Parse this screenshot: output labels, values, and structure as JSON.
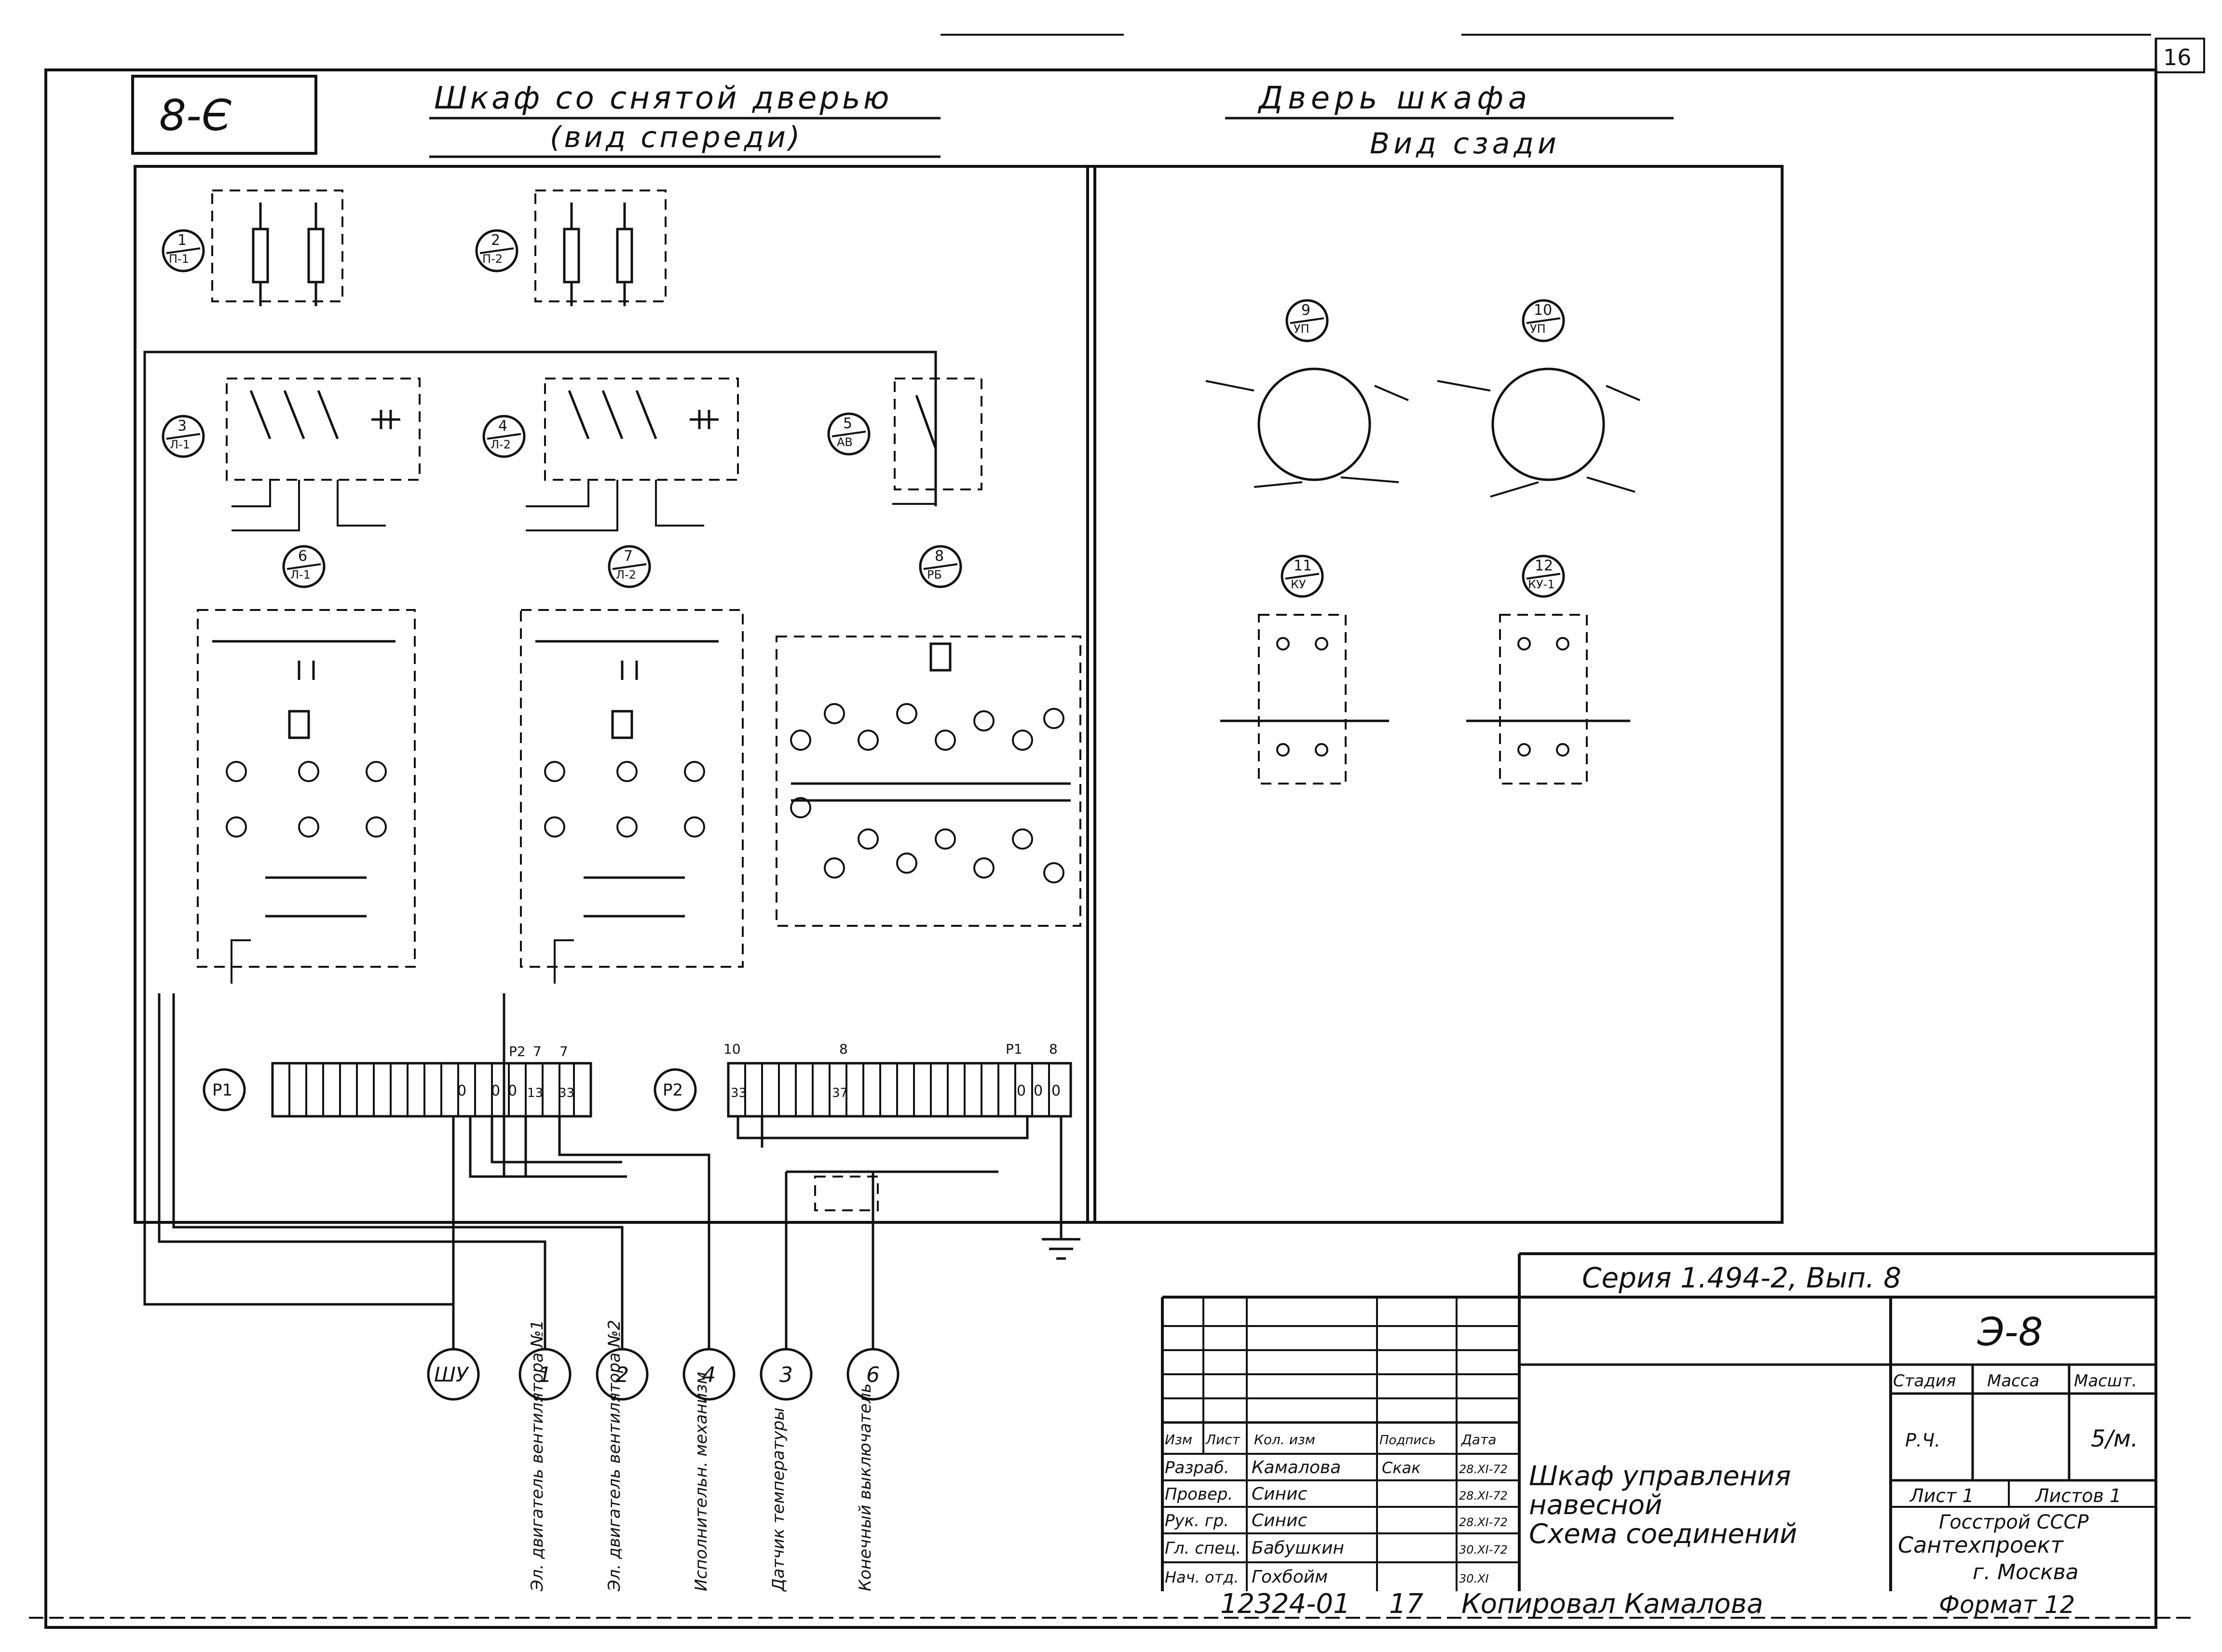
{
  "sheet_number": "16",
  "code_box": "8-Є",
  "left_view": {
    "title": "Шкаф со снятой дверью",
    "subtitle": "(вид спереди)"
  },
  "right_view": {
    "title": "Дверь шкафа",
    "subtitle": "Вид сзади"
  },
  "components": [
    {
      "num": "1",
      "code": "П-1"
    },
    {
      "num": "2",
      "code": "П-2"
    },
    {
      "num": "3",
      "code": "Л-1"
    },
    {
      "num": "4",
      "code": "Л-2"
    },
    {
      "num": "5",
      "code": "АВ"
    },
    {
      "num": "6",
      "code": "Л-1"
    },
    {
      "num": "7",
      "code": "Л-2"
    },
    {
      "num": "8",
      "code": "РБ"
    },
    {
      "num": "9",
      "code": "УП"
    },
    {
      "num": "10",
      "code": "УП"
    },
    {
      "num": "11",
      "code": "КУ"
    },
    {
      "num": "12",
      "code": "КУ-1"
    }
  ],
  "terminal_blocks": [
    {
      "label": "Р1",
      "cells": [
        "0",
        "0",
        "0",
        "13",
        "33"
      ],
      "top_marks": [
        "Р2",
        "7",
        "7"
      ]
    },
    {
      "label": "Р2",
      "cells": [
        "33",
        "37",
        "0",
        "0",
        "0"
      ],
      "top_marks": [
        "10",
        "8",
        "Р1",
        "8"
      ]
    }
  ],
  "cables": [
    {
      "id": "ШУ",
      "caption": ""
    },
    {
      "id": "1",
      "caption": "Эл. двигатель вентилятора №1"
    },
    {
      "id": "2",
      "caption": "Эл. двигатель вентилятора №2"
    },
    {
      "id": "4",
      "caption": "Исполнительн. механизм"
    },
    {
      "id": "3",
      "caption": "Датчик температуры"
    },
    {
      "id": "6",
      "caption": "Конечный выключатель"
    }
  ],
  "title_block": {
    "series": "Серия 1.494-2, Вып. 8",
    "doc_code": "Э-8",
    "headers": {
      "stage": "Стадия",
      "mass": "Масса",
      "scale": "Масшт."
    },
    "values": {
      "stage": "Р.Ч.",
      "mass": "",
      "scale": "5/м."
    },
    "name_lines": [
      "Шкаф управления",
      "навесной",
      "Схема соединений"
    ],
    "sheet": "Лист 1",
    "sheets": "Листов 1",
    "org": [
      "Госстрой СССР",
      "Сантехпроект",
      "г. Москва"
    ],
    "rev_header": [
      "Изм",
      "Лист",
      "Кол. изм",
      "Подпись",
      "Дата"
    ],
    "signatures": [
      {
        "role": "Разраб.",
        "name": "Камалова",
        "sign": "Скак",
        "date": "28.XI-72"
      },
      {
        "role": "Провер.",
        "name": "Синис",
        "sign": "",
        "date": "28.XI-72"
      },
      {
        "role": "Рук. гр.",
        "name": "Синис",
        "sign": "",
        "date": "28.XI-72"
      },
      {
        "role": "Гл. спец.",
        "name": "Бабушкин",
        "sign": "",
        "date": "30.XI-72"
      },
      {
        "role": "Нач. отд.",
        "name": "Гохбойм",
        "sign": "",
        "date": "30.XI"
      }
    ]
  },
  "footer": {
    "number": "12324-01",
    "page": "17",
    "copied": "Копировал Камалова",
    "format": "Формат 12"
  }
}
